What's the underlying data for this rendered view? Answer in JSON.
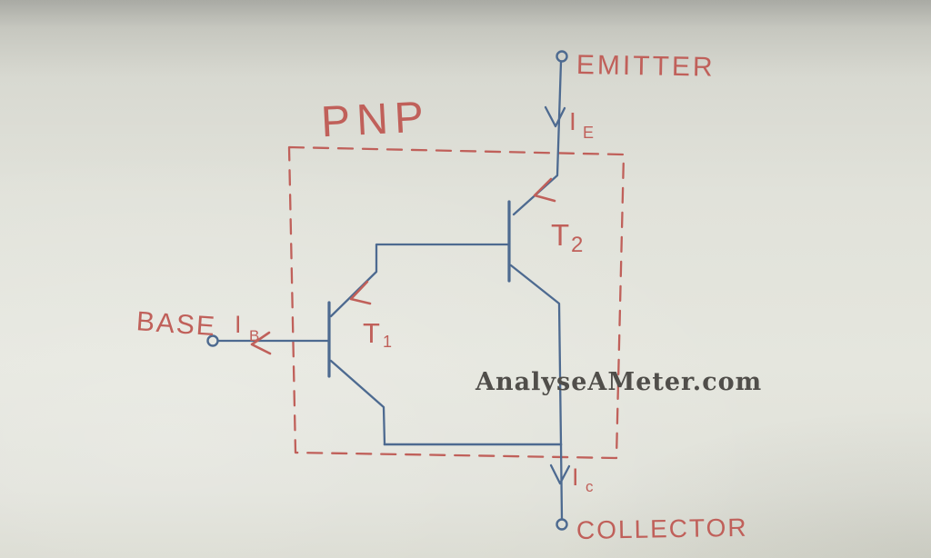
{
  "diagram": {
    "type_label": "PNP",
    "terminals": {
      "emitter": "EMITTER",
      "base": "BASE",
      "collector": "COLLECTOR"
    },
    "currents": {
      "emitter": {
        "symbol": "I",
        "subscript": "E"
      },
      "base": {
        "symbol": "I",
        "subscript": "B"
      },
      "collector": {
        "symbol": "I",
        "subscript": "c"
      }
    },
    "transistors": {
      "t1": {
        "symbol": "T",
        "subscript": "1"
      },
      "t2": {
        "symbol": "T",
        "subscript": "2"
      }
    }
  },
  "watermark": {
    "text": "AnalyseAMeter.com"
  },
  "colors": {
    "red_ink": "#c0605a",
    "blue_ink": "#4d6a90",
    "watermark_text": "#504e4a",
    "board": "#e2e3db"
  }
}
